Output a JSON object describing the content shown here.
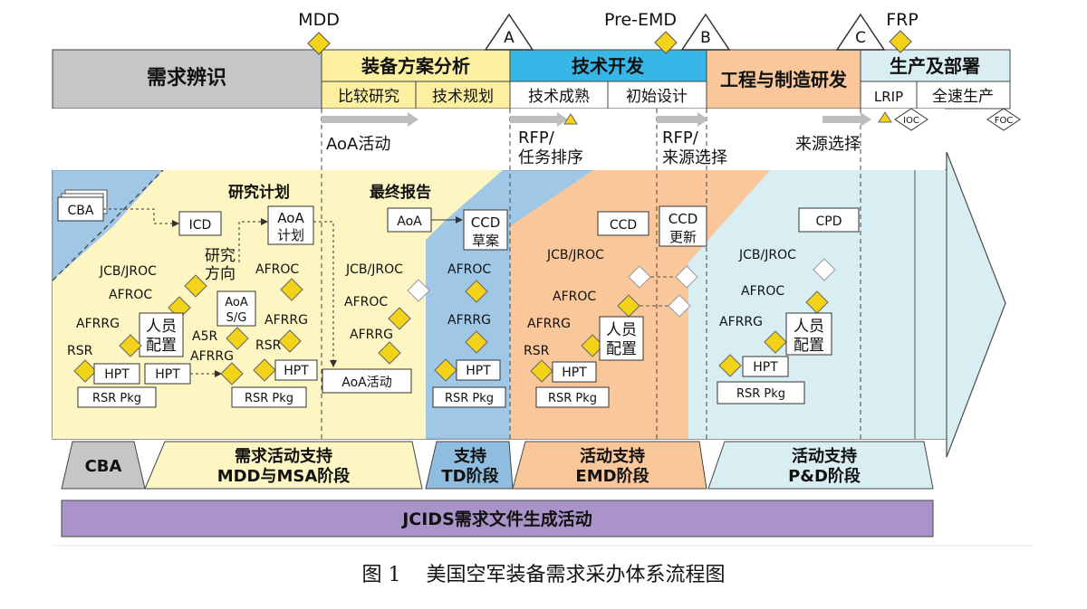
{
  "milestones": {
    "mdd": "MDD",
    "pre_emd": "Pre-EMD",
    "frp": "FRP",
    "a": "A",
    "b": "B",
    "c": "C",
    "ioc": "IOC",
    "foc": "FOC"
  },
  "phases": {
    "requirements": "需求辨识",
    "msa": "装备方案分析",
    "msa_sub1": "比较研究",
    "msa_sub2": "技术规划",
    "td": "技术开发",
    "td_sub1": "技术成熟",
    "td_sub2": "初始设计",
    "emd": "工程与制造研发",
    "pd": "生产及部署",
    "pd_sub1": "LRIP",
    "pd_sub2": "全速生产"
  },
  "activities": {
    "aoa": "AoA活动",
    "rfp1_line1": "RFP/",
    "rfp1_line2": "任务排序",
    "rfp2_line1": "RFP/",
    "rfp2_line2": "来源选择",
    "source": "来源选择"
  },
  "region1": {
    "research_plan": "研究计划",
    "cba": "CBA",
    "icd": "ICD",
    "aoa_plan_line1": "AoA",
    "aoa_plan_line2": "计划",
    "dir_line1": "研究",
    "dir_line2": "方向",
    "jcb": "JCB/JROC",
    "afroc_a": "AFROC",
    "afroc_b": "AFROC",
    "aoasg_line1": "AoA",
    "aoasg_line2": "S/G",
    "afrrg_a": "AFRRG",
    "afrrg_b": "AFRRG",
    "afrrg_c": "AFRRG",
    "staff_line1": "人员",
    "staff_line2": "配置",
    "a5r": "A5R",
    "rsr_a": "RSR",
    "rsr_b": "RSR",
    "hpt_a": "HPT",
    "hpt_b": "HPT",
    "hpt_c": "HPT",
    "rsrpkg_a": "RSR Pkg",
    "rsrpkg_b": "RSR Pkg"
  },
  "region_msa": {
    "final_report": "最终报告",
    "aoa": "AoA",
    "jcb": "JCB/JROC",
    "afroc": "AFROC",
    "afrrg": "AFRRG",
    "aoa_activity": "AoA活动"
  },
  "region_td": {
    "ccd_line1": "CCD",
    "ccd_line2": "草案",
    "afroc": "AFROC",
    "afrrg": "AFRRG",
    "hpt": "HPT",
    "rsrpkg": "RSR Pkg"
  },
  "region_emd": {
    "ccd": "CCD",
    "ccd_up_line1": "CCD",
    "ccd_up_line2": "更新",
    "jcb": "JCB/JROC",
    "afroc": "AFROC",
    "afrrg": "AFRRG",
    "staff_line1": "人员",
    "staff_line2": "配置",
    "rsr": "RSR",
    "hpt": "HPT",
    "rsrpkg": "RSR Pkg"
  },
  "region_pd": {
    "cpd": "CPD",
    "jcb": "JCB/JROC",
    "afroc": "AFROC",
    "afrrg": "AFRRG",
    "staff_line1": "人员",
    "staff_line2": "配置",
    "hpt": "HPT",
    "rsrpkg": "RSR Pkg"
  },
  "bottom": {
    "cba": "CBA",
    "msa_line1": "需求活动支持",
    "msa_line2": "MDD与MSA阶段",
    "td_line1": "支持",
    "td_line2": "TD阶段",
    "emd_line1": "活动支持",
    "emd_line2": "EMD阶段",
    "pd_line1": "活动支持",
    "pd_line2": "P&D阶段",
    "jcids": "JCIDS需求文件生成活动"
  },
  "caption": "图 1    美国空军装备需求采办体系流程图",
  "colors": {
    "gray": "#c6c6c6",
    "yellow": "#fdf5c2",
    "blue": "#8fbde0",
    "cyan": "#37b7e8",
    "orange": "#f9c79a",
    "lightcyan": "#d8eef3",
    "diamond": "#f2d31a",
    "purple": "#aa93c9"
  }
}
